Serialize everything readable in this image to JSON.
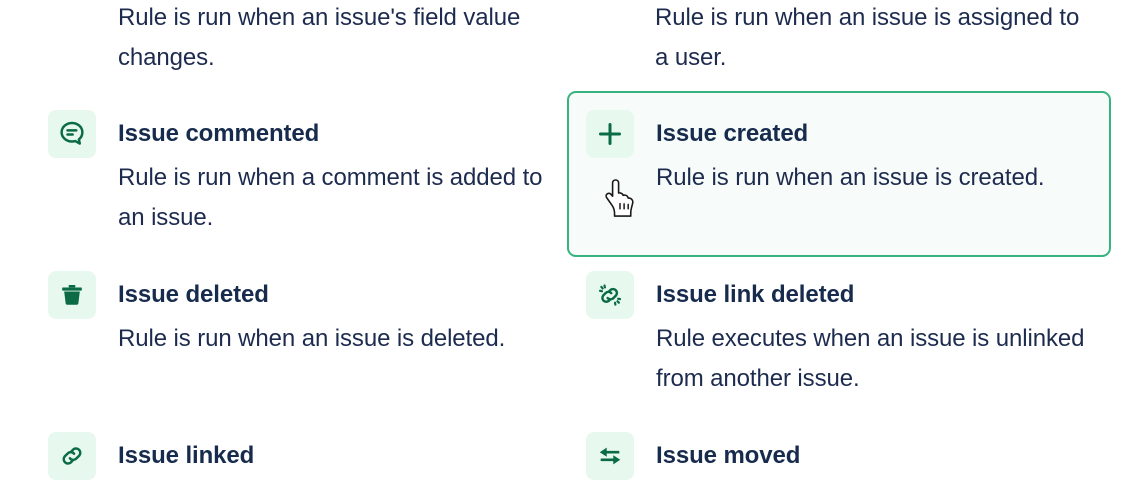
{
  "page": {
    "title": "Automation rule trigger picker",
    "accent_green": "#36B37E",
    "icon_tile_bg": "#E7F8EE",
    "icon_glyph_color": "#0A6B45",
    "text_color": "#1D2B4F",
    "selected_card_bg": "#F7FCFA",
    "selected_card_border": "#36B37E",
    "cursor": "pointing-hand-cursor"
  },
  "top_fragments": [
    {
      "text": "Rule is run when an issue's field value changes."
    },
    {
      "text": "Rule is run when an issue is assigned to a user."
    }
  ],
  "triggers": [
    {
      "id": "issue-commented",
      "icon": "comment-icon",
      "title": "Issue commented",
      "description": "Rule is run when a comment is added to an issue.",
      "selected": false,
      "column": "left"
    },
    {
      "id": "issue-created",
      "icon": "plus-icon",
      "title": "Issue created",
      "description": "Rule is run when an issue is created.",
      "selected": true,
      "column": "right"
    },
    {
      "id": "issue-deleted",
      "icon": "trash-icon",
      "title": "Issue deleted",
      "description": "Rule is run when an issue is deleted.",
      "selected": false,
      "column": "left"
    },
    {
      "id": "issue-link-deleted",
      "icon": "broken-link-icon",
      "title": "Issue link deleted",
      "description": "Rule executes when an issue is unlinked from another issue.",
      "selected": false,
      "column": "right"
    },
    {
      "id": "issue-linked",
      "icon": "link-icon",
      "title": "Issue linked",
      "description": "",
      "selected": false,
      "column": "left"
    },
    {
      "id": "issue-moved",
      "icon": "transfer-arrows-icon",
      "title": "Issue moved",
      "description": "",
      "selected": false,
      "column": "right"
    }
  ]
}
